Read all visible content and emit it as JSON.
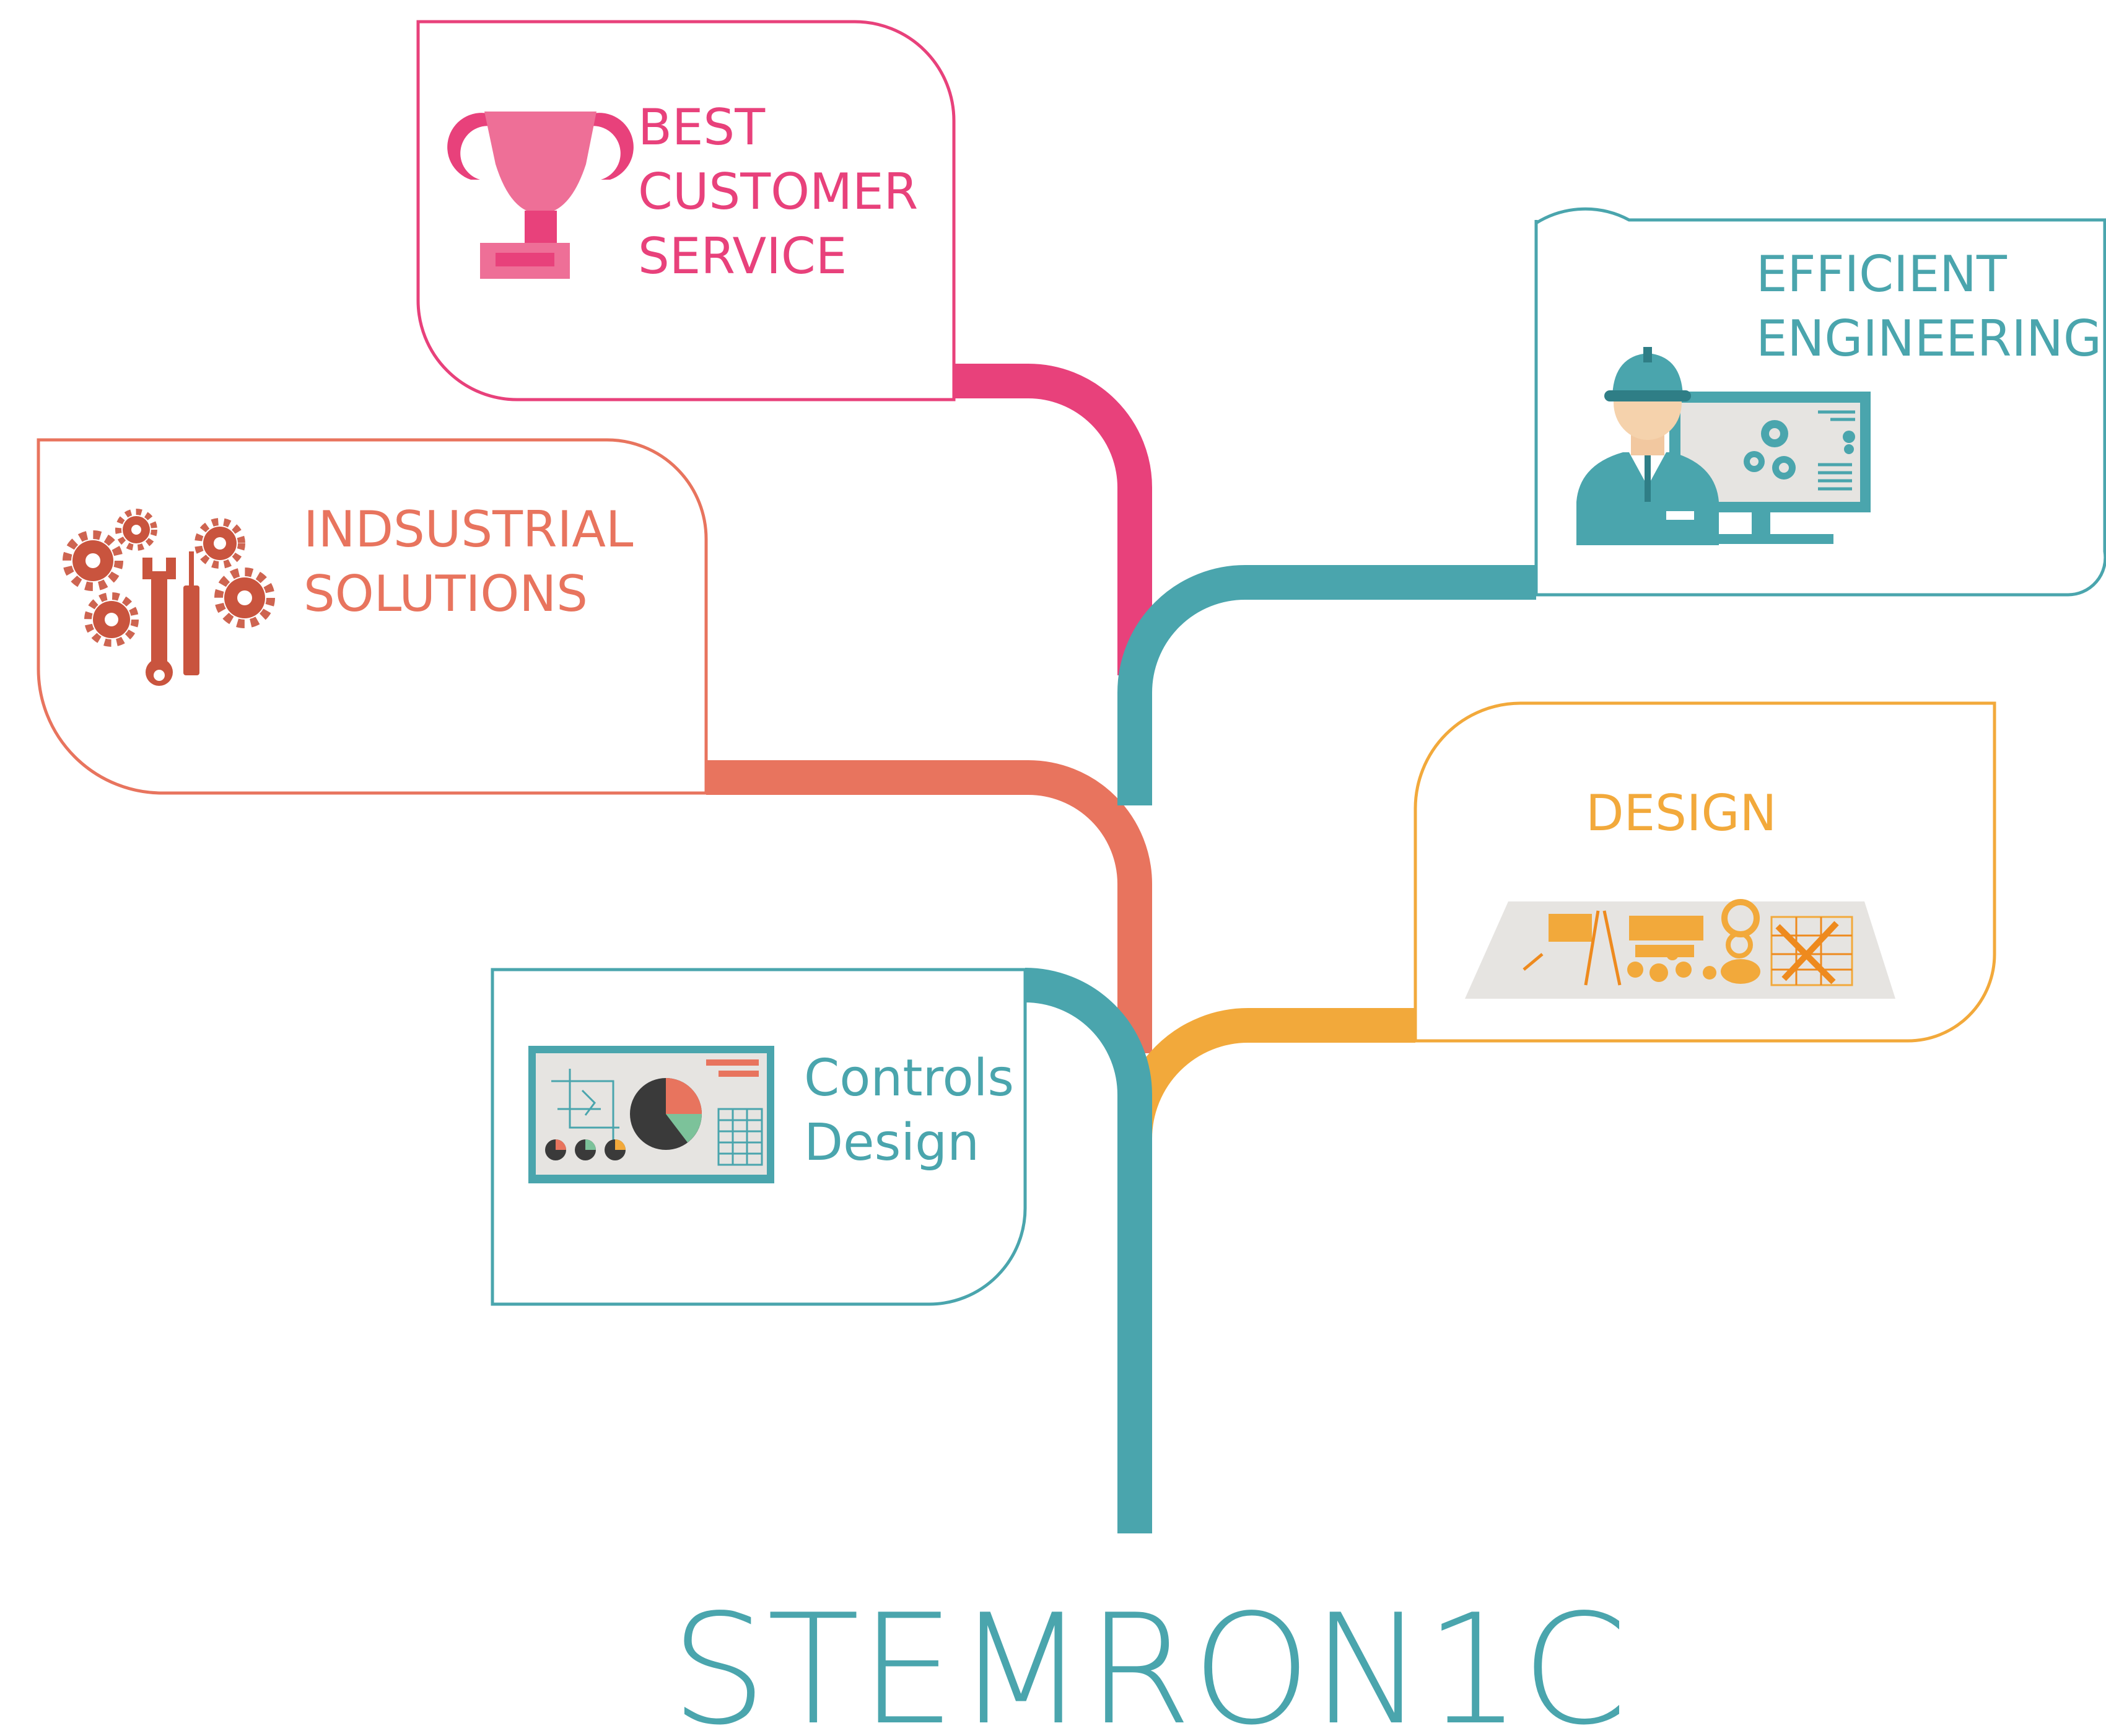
{
  "colors": {
    "pink": "#E8417B",
    "pink_light": "#EE6F97",
    "coral": "#E8745E",
    "coral_dark": "#C9543E",
    "teal": "#4AA5AD",
    "orange": "#F2A93B",
    "orange_dark": "#EE8A1E",
    "gray": "#E6E4E1",
    "dark": "#3A3A3A"
  },
  "cards": {
    "customer_service": {
      "lines": [
        "BEST",
        "CUSTOMER",
        "SERVICE"
      ],
      "icon": "trophy-icon"
    },
    "efficient_engineering": {
      "lines": [
        "EFFICIENT",
        "ENGINEERING"
      ],
      "icon": "engineer-icon"
    },
    "industrial_solutions": {
      "lines": [
        "INDSUSTRIAL",
        "SOLUTIONS"
      ],
      "icon": "gears-tools-icon"
    },
    "design": {
      "lines": [
        "DESIGN"
      ],
      "icon": "blueprint-icon"
    },
    "controls_design": {
      "lines": [
        "Controls",
        "Design"
      ],
      "icon": "dashboard-icon"
    }
  },
  "brand": {
    "name": "STEMRON1C"
  }
}
